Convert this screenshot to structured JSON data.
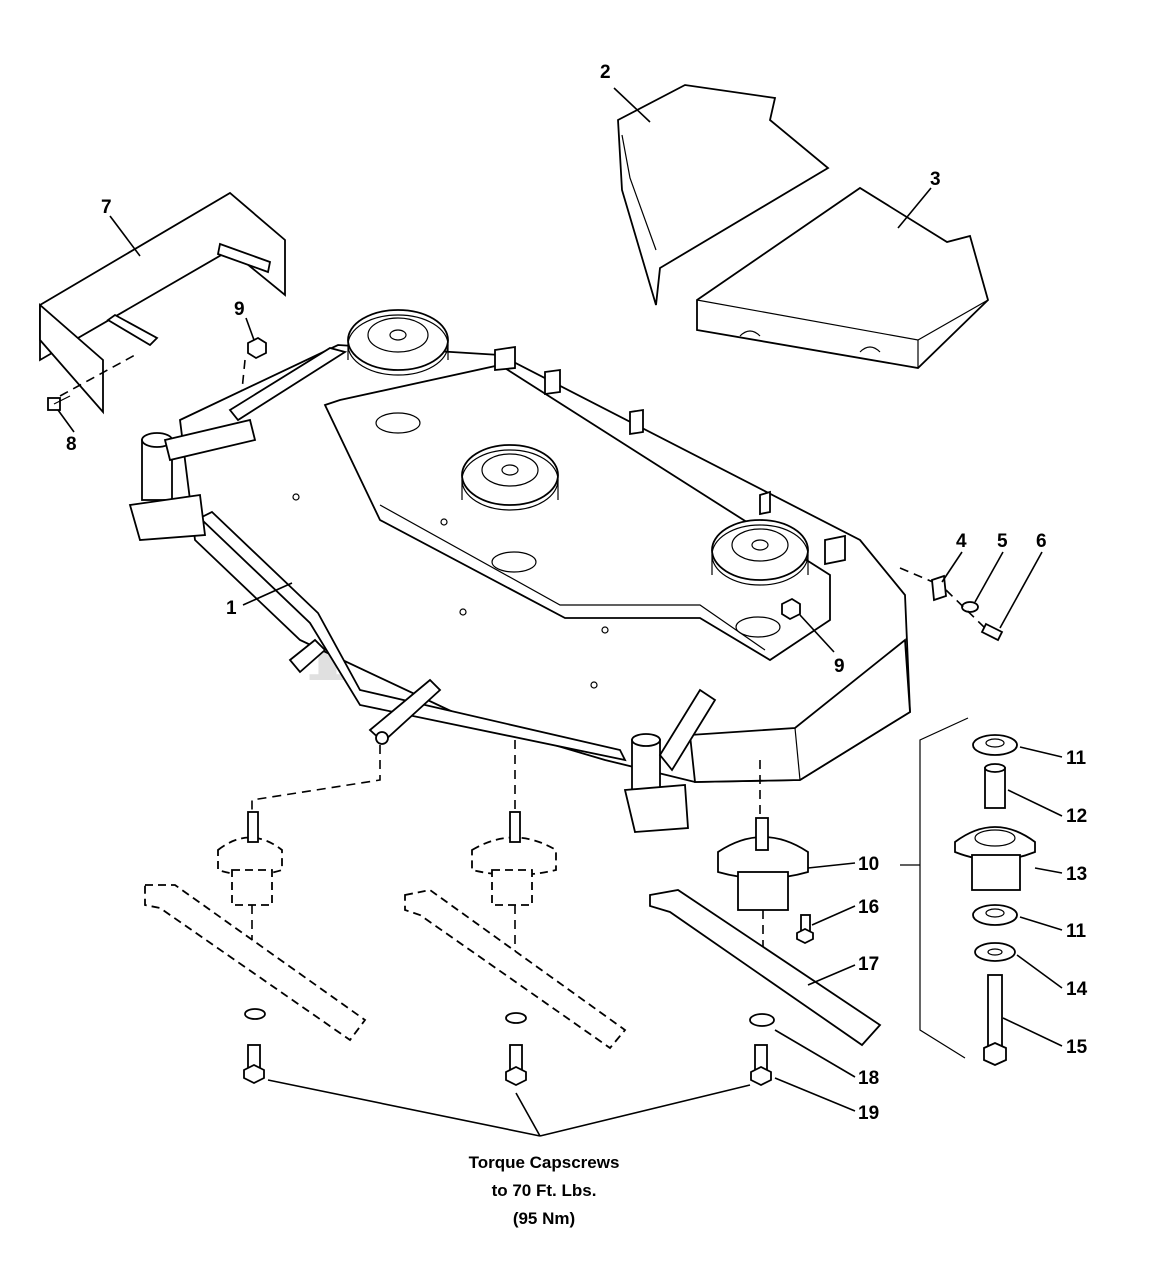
{
  "watermark": {
    "text": "PartsTree",
    "trademark": "TM"
  },
  "callouts": [
    {
      "id": "c2",
      "text": "2"
    },
    {
      "id": "c3",
      "text": "3"
    },
    {
      "id": "c7",
      "text": "7"
    },
    {
      "id": "c9a",
      "text": "9"
    },
    {
      "id": "c8",
      "text": "8"
    },
    {
      "id": "c1",
      "text": "1"
    },
    {
      "id": "c4",
      "text": "4"
    },
    {
      "id": "c5",
      "text": "5"
    },
    {
      "id": "c6",
      "text": "6"
    },
    {
      "id": "c9b",
      "text": "9"
    },
    {
      "id": "c11a",
      "text": "11"
    },
    {
      "id": "c12",
      "text": "12"
    },
    {
      "id": "c13",
      "text": "13"
    },
    {
      "id": "c11b",
      "text": "11"
    },
    {
      "id": "c14",
      "text": "14"
    },
    {
      "id": "c15",
      "text": "15"
    },
    {
      "id": "c10",
      "text": "10"
    },
    {
      "id": "c16",
      "text": "16"
    },
    {
      "id": "c17",
      "text": "17"
    },
    {
      "id": "c18",
      "text": "18"
    },
    {
      "id": "c19",
      "text": "19"
    }
  ],
  "note": {
    "line1": "Torque Capscrews",
    "line2": "to 70 Ft. Lbs.",
    "line3": "(95 Nm)"
  }
}
